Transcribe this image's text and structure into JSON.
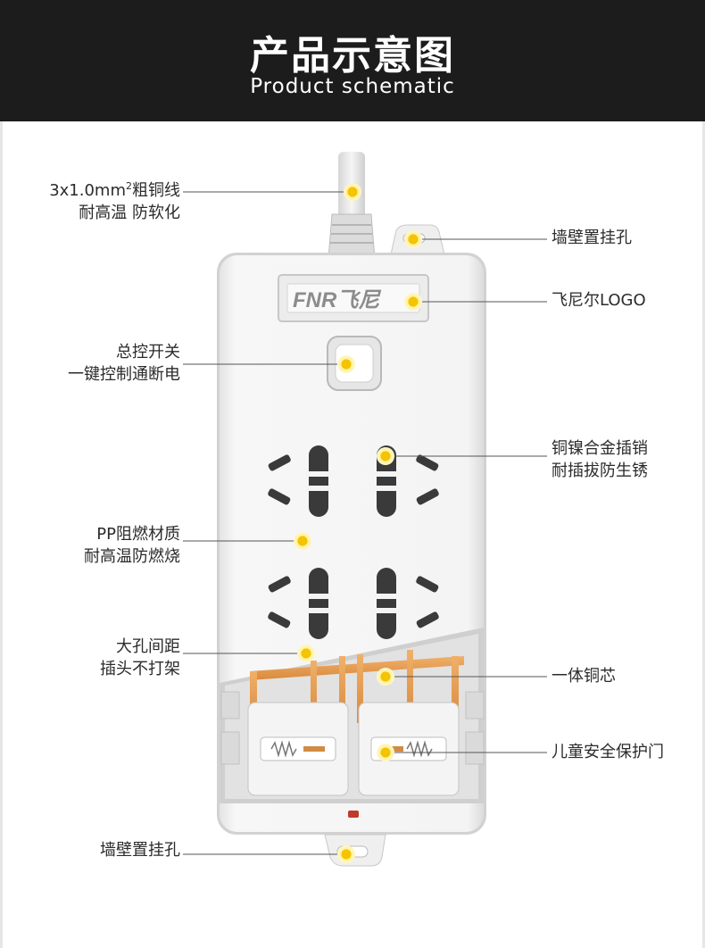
{
  "header": {
    "title_cn": "产品示意图",
    "title_en": "Product schematic",
    "background": "#1c1c1c"
  },
  "callouts": {
    "cable": {
      "line1_base": "3x1.0mm",
      "line1_sup": "2",
      "line1_rest": "粗铜线",
      "line2": "耐高温  防软化"
    },
    "hanger_top": {
      "line1": "墙壁置挂孔"
    },
    "logo": {
      "line1": "飞尼尔LOGO"
    },
    "switch": {
      "line1": "总控开关",
      "line2": "一键控制通断电"
    },
    "pins": {
      "line1": "铜镍合金插销",
      "line2": "耐插拔防生锈"
    },
    "material": {
      "line1": "PP阻燃材质",
      "line2": "耐高温防燃烧"
    },
    "spacing": {
      "line1": "大孔间距",
      "line2": "插头不打架"
    },
    "copper_core": {
      "line1": "一体铜芯"
    },
    "shutter": {
      "line1": "儿童安全保护门"
    },
    "hanger_bottom": {
      "line1": "墙壁置挂孔"
    }
  },
  "product": {
    "logo_text": "FNR飞尼"
  },
  "colors": {
    "marker": "#f5c400",
    "marker_halo": "#fff3a0",
    "leader_line": "#444444",
    "copper": "#e8a15a",
    "body": "#f1f1f1"
  }
}
